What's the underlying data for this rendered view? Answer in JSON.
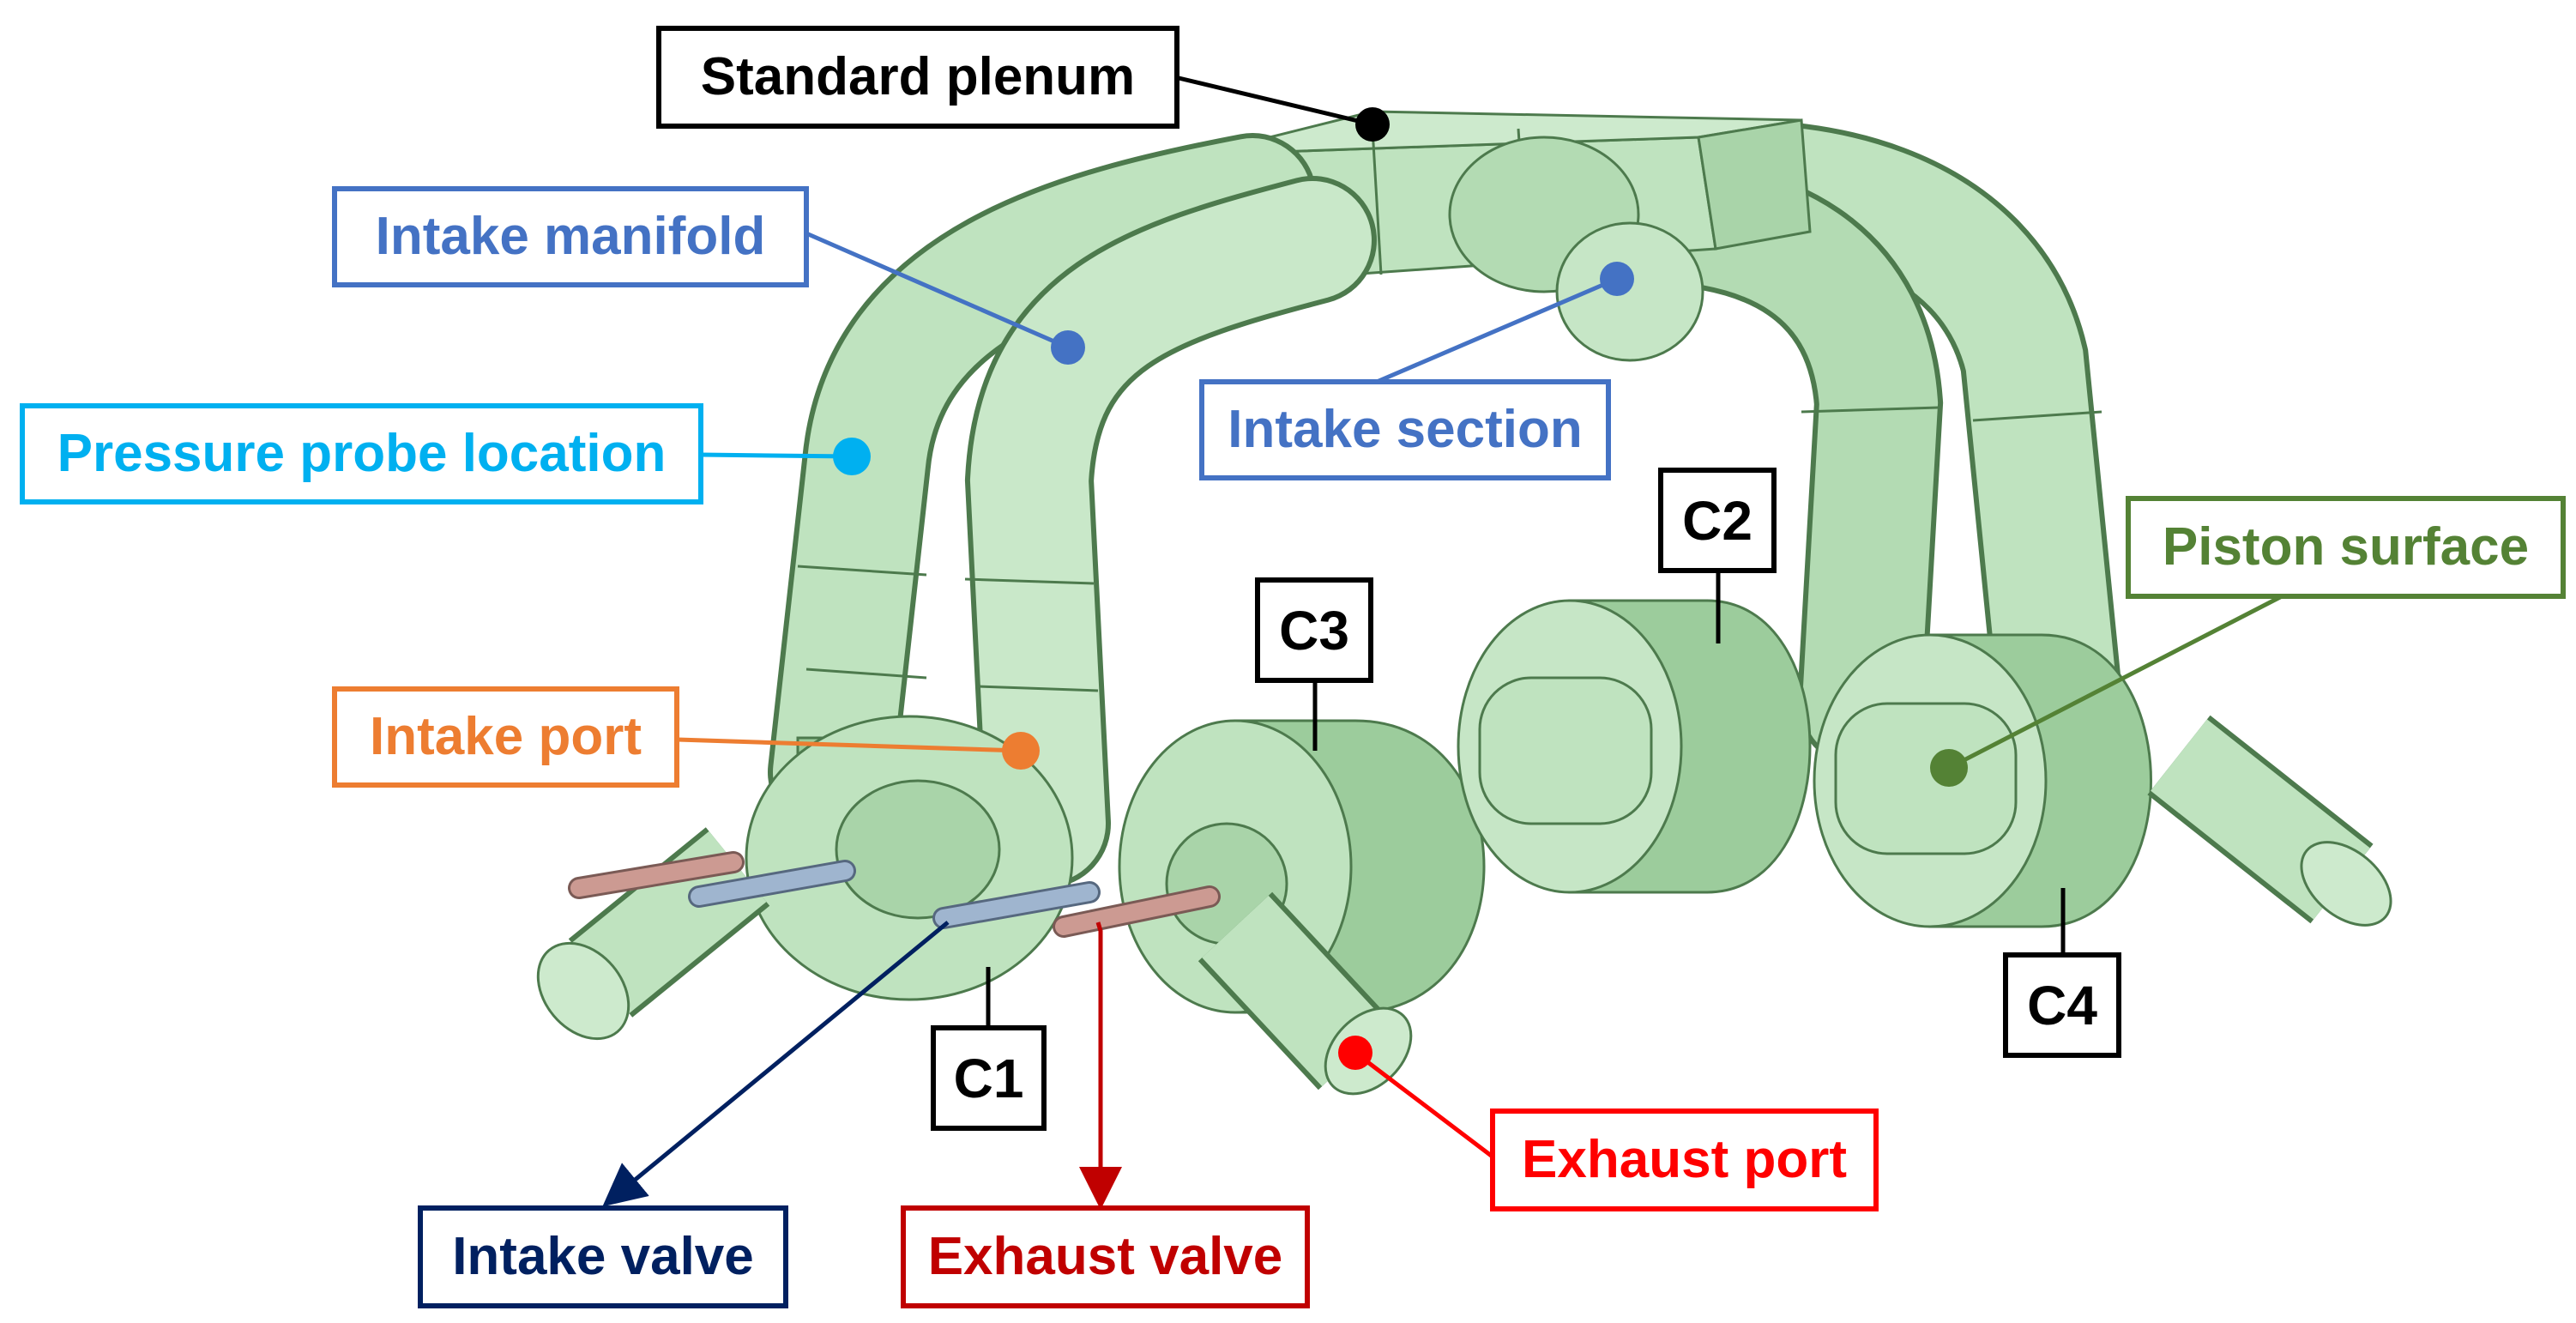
{
  "colors": {
    "body_fill": "#bfe3bf",
    "body_shade": "#9ccc9c",
    "body_line": "#4d7a4d",
    "intake_rod": "#9fb5cf",
    "exhaust_rod": "#cc9a92"
  },
  "labels": {
    "standard_plenum": {
      "text": "Standard plenum",
      "color": "#000000"
    },
    "intake_manifold": {
      "text": "Intake manifold",
      "color": "#4472c4"
    },
    "pressure_probe": {
      "text": "Pressure probe location",
      "color": "#00b0f0"
    },
    "intake_section": {
      "text": "Intake section",
      "color": "#4472c4"
    },
    "intake_port": {
      "text": "Intake port",
      "color": "#ed7d31"
    },
    "piston_surface": {
      "text": "Piston surface",
      "color": "#548235"
    },
    "intake_valve": {
      "text": "Intake valve",
      "color": "#002060"
    },
    "exhaust_valve": {
      "text": "Exhaust valve",
      "color": "#c00000"
    },
    "exhaust_port": {
      "text": "Exhaust port",
      "color": "#ff0000"
    }
  },
  "cylinders": {
    "c1": "C1",
    "c2": "C2",
    "c3": "C3",
    "c4": "C4"
  }
}
